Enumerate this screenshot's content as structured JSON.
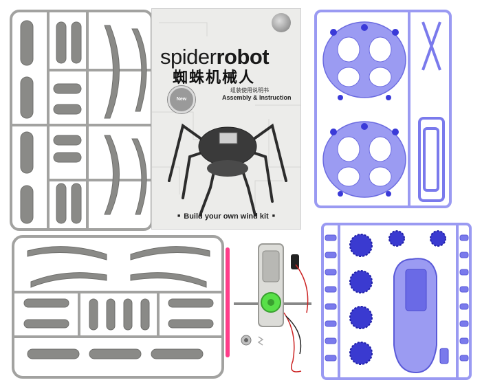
{
  "booklet": {
    "brand_light": "spider",
    "brand_bold": "robot",
    "title_cn": "蜘蛛机械人",
    "subtitle_cn": "组装使用说明书",
    "subtitle_en": "Assembly & Instruction",
    "badge": "New",
    "footer": "Build your own wind kit"
  },
  "colors": {
    "gray_frame": "#9a9a98",
    "gray_part": "#7f7f7c",
    "blue_frame": "#8e8ef0",
    "blue_part": "#7373ea",
    "blue_gear": "#3434c8",
    "pink_rod": "#ff3d8a",
    "wire_red": "#cc2222",
    "green_gear": "#58e048"
  },
  "items": [
    "gray-sprue-top-left",
    "instruction-booklet",
    "blue-sprue-top-right",
    "gray-sprue-bottom-left",
    "motor-gearbox",
    "blue-sprue-bottom-right"
  ]
}
